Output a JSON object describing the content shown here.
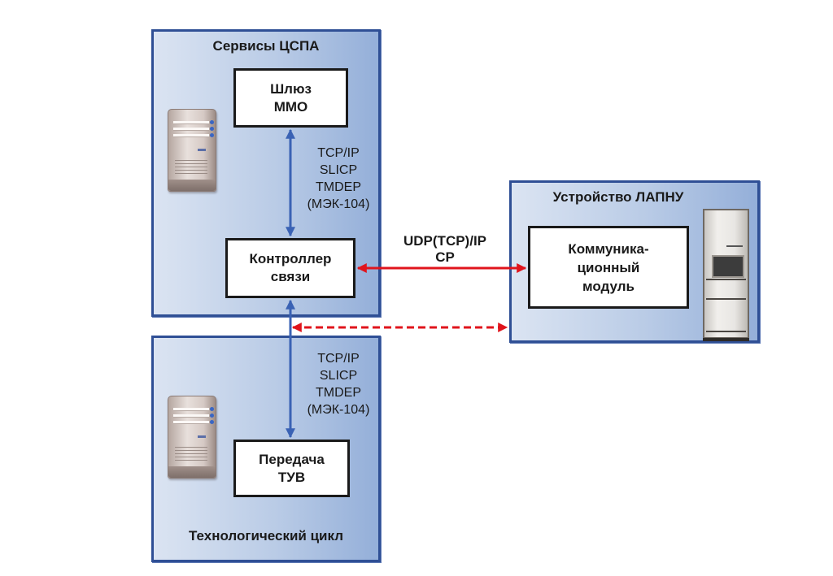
{
  "diagram": {
    "groups": {
      "services": {
        "title": "Сервисы ЦСПА",
        "icon": "server-icon"
      },
      "tech_cycle": {
        "title": "Технологический цикл",
        "icon": "server-icon"
      },
      "lapnu": {
        "title": "Устройство ЛАПНУ",
        "icon": "equipment-rack-icon"
      }
    },
    "nodes": {
      "gateway": "Шлюз\nММО",
      "controller": "Контроллер\nсвязи",
      "transfer": "Передача\nТУВ",
      "comm_module": "Коммуника-\nционный\nмодуль"
    },
    "links": {
      "gateway_controller": {
        "label": "TCP/IP\nSLICP\nTMDEP\n(МЭК-104)",
        "style": "solid",
        "direction": "bidirectional",
        "color": "#3a62b4"
      },
      "controller_transfer": {
        "label": "TCP/IP\nSLICP\nTMDEP\n(МЭК-104)",
        "style": "solid",
        "direction": "bidirectional",
        "color": "#3a62b4"
      },
      "controller_comm": {
        "label": "UDP(TCP)/IP\nCP",
        "style": "solid",
        "direction": "bidirectional",
        "color": "#e0141c"
      },
      "transfer_lapnu": {
        "label": "",
        "style": "dashed",
        "direction": "bidirectional",
        "color": "#e0141c"
      }
    }
  }
}
